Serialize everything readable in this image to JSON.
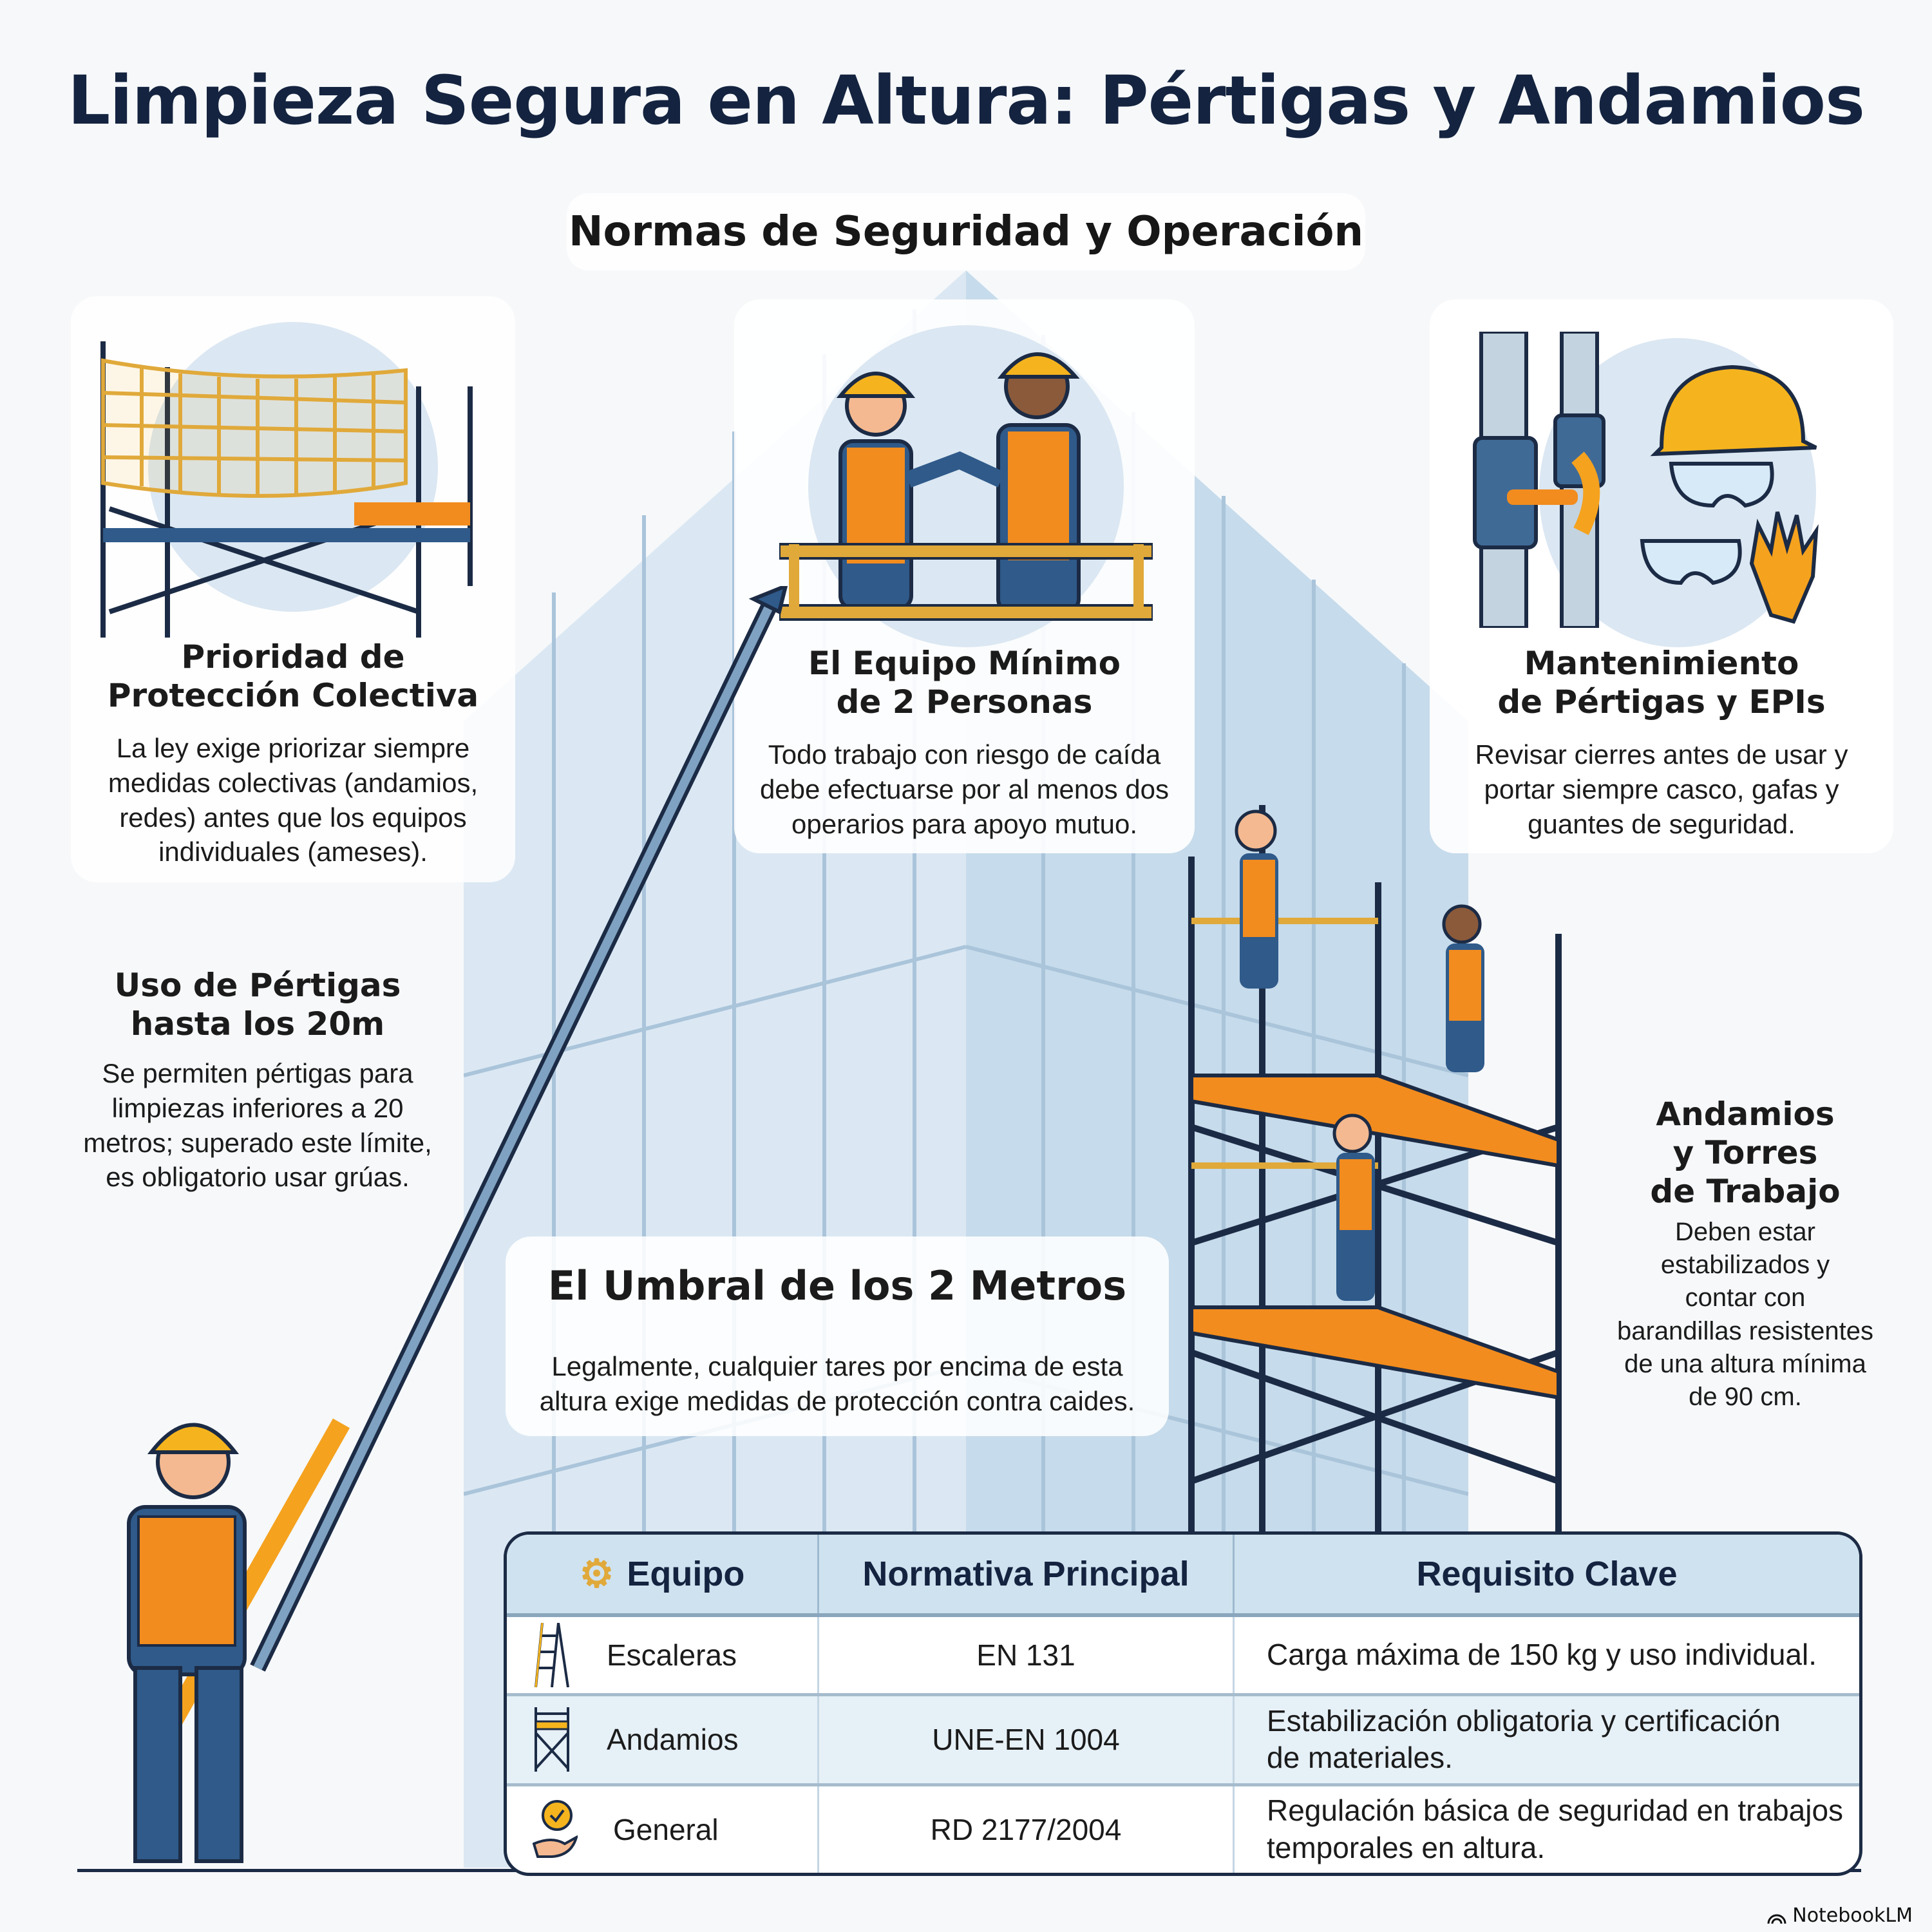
{
  "title": "Limpieza Segura en Altura: Pértigas y Andamios",
  "subtitle": "Normas de Seguridad y Operación",
  "cards": {
    "collective": {
      "title_lines": [
        "Prioridad de",
        "Protección Colectiva"
      ],
      "text_lines": [
        "La ley exige priorizar siempre",
        "medidas colectivas (andamios,",
        "redes) antes que los equipos",
        "individuales (ameses)."
      ],
      "icon": "safety-net-scaffold"
    },
    "team": {
      "title_lines": [
        "El Equipo Mínimo",
        "de 2 Personas"
      ],
      "text_lines": [
        "Todo trabajo con riesgo de caída",
        "debe efectuarse por al menos dos",
        "operarios para apoyo mutuo."
      ],
      "icon": "two-workers-handshake"
    },
    "maintenance": {
      "title_lines": [
        "Mantenimiento",
        "de Pértigas y EPIs"
      ],
      "text_lines": [
        "Revisar cierres antes de usar y",
        "portar siempre casco, gafas y",
        "guantes de seguridad."
      ],
      "icon": "helmet-goggles-gloves"
    },
    "poles": {
      "title_lines": [
        "Uso de Pértigas",
        "hasta los 20m"
      ],
      "text_lines": [
        "Se permiten pértigas para",
        "limpiezas inferiores a 20",
        "metros; superado este límite,",
        "es obligatorio usar grúas."
      ],
      "icon": "worker-with-pole"
    },
    "threshold": {
      "title": "El Umbral de los 2 Metros",
      "text_lines": [
        "Legalmente, cualquier tares por encima de esta",
        "altura exige medidas de protección contra caides."
      ]
    },
    "scaffolds": {
      "title_lines": [
        "Andamios",
        "y Torres",
        "de Trabajo"
      ],
      "text_lines": [
        "Deben estar",
        "estabilizados y",
        "contar con",
        "barandillas resistentes",
        "de una altura mínima",
        "de 90 cm."
      ],
      "icon": "scaffold-tower-workers"
    }
  },
  "table": {
    "headers": {
      "equipo": "Equipo",
      "normativa": "Normativa Principal",
      "requisito": "Requisito Clave",
      "icon": "gear-icon"
    },
    "rows": [
      {
        "icon": "ladder-icon",
        "equipo": "Escaleras",
        "normativa": "EN 131",
        "requisito_lines": [
          "Carga máxima de 150 kg y uso individual."
        ]
      },
      {
        "icon": "scaffold-icon",
        "equipo": "Andamios",
        "normativa": "UNE-EN 1004",
        "requisito_lines": [
          "Estabilización obligatoria y certificación",
          "de materiales."
        ]
      },
      {
        "icon": "hand-check-icon",
        "equipo": "General",
        "normativa": "RD 2177/2004",
        "requisito_lines": [
          "Regulación básica de seguridad en trabajos",
          "temporales en altura."
        ]
      }
    ]
  },
  "brand": "NotebookLM",
  "colors": {
    "navy": "#14233f",
    "orange": "#f28c1e",
    "yellow": "#f5b41e",
    "sky": "#cfe2ef",
    "steel": "#2f5a8a"
  }
}
